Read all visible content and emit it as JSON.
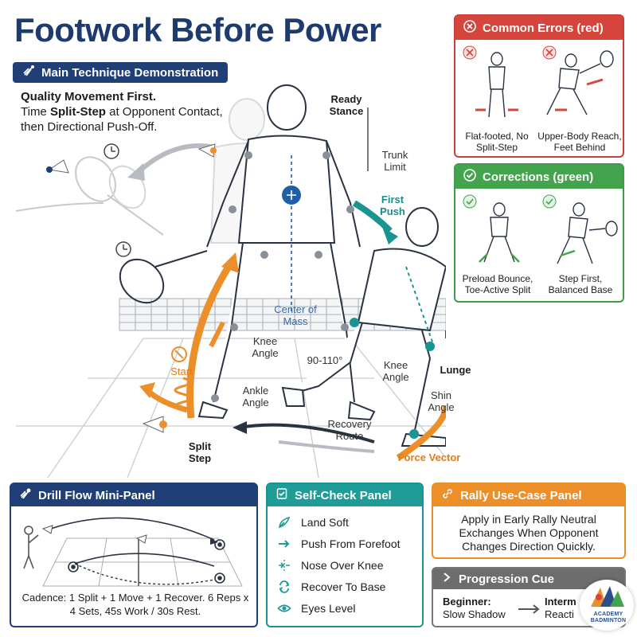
{
  "title": "Footwork Before Power",
  "main": {
    "header": "Main Technique Demonstration",
    "intro_line1": "Quality Movement First.",
    "intro_pre": "Time ",
    "intro_bold": "Split-Step",
    "intro_post": " at Opponent Contact, then Directional Push-Off."
  },
  "labels": {
    "ready_stance": "Ready Stance",
    "trunk_limit": "Trunk Limit",
    "first_push": "First Push",
    "center_of_mass": "Center of Mass",
    "knee_angle_left": "Knee Angle",
    "knee_angle_right": "Knee Angle",
    "angle_range": "90-110°",
    "start": "Start",
    "ankle_angle": "Ankle Angle",
    "lunge": "Lunge",
    "shin_angle": "Shin Angle",
    "recovery_route": "Recovery Route",
    "force_vector": "Force Vector",
    "split_step": "Split Step"
  },
  "errors": {
    "header": "Common Errors (red)",
    "items": [
      {
        "caption": "Flat-footed, No Split-Step"
      },
      {
        "caption": "Upper-Body Reach, Feet Behind"
      }
    ]
  },
  "corrections": {
    "header": "Corrections (green)",
    "items": [
      {
        "caption": "Preload Bounce, Toe-Active Split"
      },
      {
        "caption": "Step First, Balanced Base"
      }
    ]
  },
  "drill": {
    "header": "Drill Flow Mini-Panel",
    "cadence": "Cadence: 1 Split + 1 Move + 1 Recover. 6 Reps x 4 Sets, 45s Work / 30s Rest."
  },
  "self_check": {
    "header": "Self-Check Panel",
    "items": [
      "Land Soft",
      "Push From Forefoot",
      "Nose Over Knee",
      "Recover To Base",
      "Eyes Level"
    ]
  },
  "rally": {
    "header": "Rally Use-Case Panel",
    "body": "Apply in Early Rally Neutral Exchanges When Opponent Changes Direction Quickly."
  },
  "progression": {
    "header": "Progression Cue",
    "beginner_title": "Beginner:",
    "beginner_text": "Slow Shadow",
    "inter_title": "Interm",
    "inter_text": "Reacti"
  },
  "logo": {
    "text": "ACADEMY BADMINTON"
  },
  "colors": {
    "navy": "#1f3f76",
    "red": "#d5453c",
    "green": "#44a44d",
    "teal": "#1f9c97",
    "orange": "#ec8f2a",
    "gray": "#6d6d6d"
  }
}
